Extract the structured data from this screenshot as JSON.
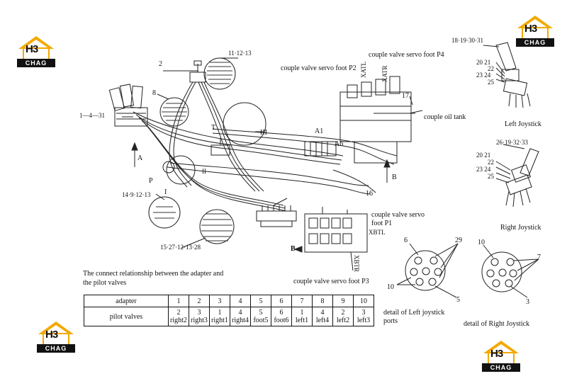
{
  "logos": [
    {
      "mark": "H3",
      "band": "CHAG"
    },
    {
      "mark": "H3",
      "band": "CHAG"
    },
    {
      "mark": "H3",
      "band": "CHAG"
    },
    {
      "mark": "H3",
      "band": "CHAG"
    }
  ],
  "labels": {
    "part_11_12_13": "11·12·13",
    "part_2": "2",
    "part_8": "8",
    "part_1_4_31": "1—4—31",
    "part_T": "T",
    "part_III": "III",
    "part_II": "II",
    "part_I": "I",
    "part_P": "P",
    "arrow_A": "A",
    "part_14_9_12_13": "14·9·12·13",
    "part_15_27_12_13_28": "15·27·12·13·28",
    "servo_p2": "couple valve servo foot P2",
    "servo_p4": "couple valve servo foot P4",
    "part_17": "17",
    "oil_tank": "couple oil tank",
    "valve_a1": "A1",
    "valve_a6": "A6",
    "arrow_B": "B",
    "part_16": "16",
    "servo_p1_line1": "couple valve servo",
    "servo_p1_line2": "foot P1",
    "xbtl": "XBTL",
    "xbtr": "XBTR",
    "xatl": "XATL",
    "xatr": "XATR",
    "view_B": "B",
    "servo_p3": "couple valve servo foot P3",
    "lj_top": "18·19·30·31",
    "lj_20_21": "20 21",
    "lj_22": "22",
    "lj_23_24": "23 24",
    "lj_25": "25",
    "left_joystick": "Left Joystick",
    "rj_top": "26·19·32·33",
    "rj_20_21": "20 21",
    "rj_22": "22",
    "rj_23_24": "23 24",
    "rj_25": "25",
    "right_joystick": "Right Joystick",
    "lp_6": "6",
    "lp_29": "29",
    "lp_10": "10",
    "lp_5": "5",
    "left_port_detail_1": "detail of Left joystick",
    "left_port_detail_2": "ports",
    "rp_10": "10",
    "rp_7": "7",
    "rp_3": "3",
    "right_port_detail": "detail of Right Joystick",
    "table_title_1": "The connect relationship between the adapter and",
    "table_title_2": "the pilot valves"
  },
  "table": {
    "row_header_1": "adapter",
    "row_header_2": "pilot valves",
    "adapters": [
      "1",
      "2",
      "3",
      "4",
      "5",
      "6",
      "7",
      "8",
      "9",
      "10"
    ],
    "valves_num": [
      "2",
      "3",
      "1",
      "4",
      "5",
      "6",
      "1",
      "4",
      "2",
      "3"
    ],
    "valves_pos": [
      "right2",
      "right3",
      "right1",
      "right4",
      "foot5",
      "foot6",
      "left1",
      "left4",
      "left2",
      "left3"
    ]
  }
}
